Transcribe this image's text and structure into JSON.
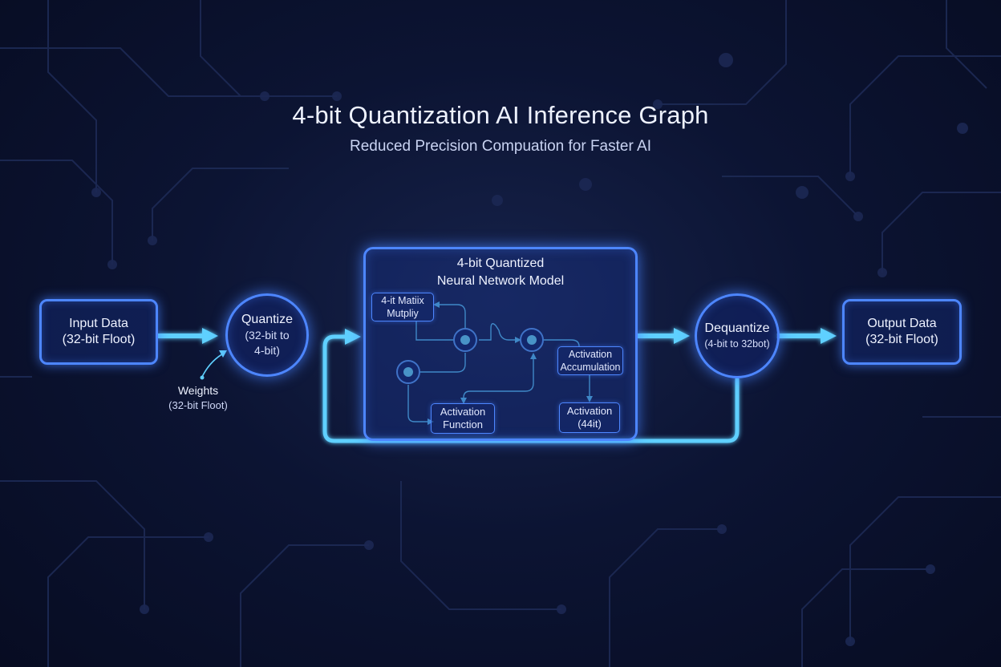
{
  "title": "4-bit Quantization AI Inference Graph",
  "subtitle": "Reduced Precision Compuation for Faster AI",
  "nodes": {
    "input": {
      "label": "Input Data",
      "sub": "(32-bit Floot)"
    },
    "quantize": {
      "label": "Quantize",
      "sub1": "(32-bit to",
      "sub2": "4-bit)"
    },
    "weights": {
      "label": "Weights",
      "sub": "(32-bit Floot)"
    },
    "model": {
      "title1": "4-bit Quantized",
      "title2": "Neural Network Model",
      "matrix1": "4-it Matiix",
      "matrix2": "Mutpliy",
      "act_acc1": "Activation",
      "act_acc2": "Accumulation",
      "act_fn1": "Activation",
      "act_fn2": "Function",
      "act_4bit1": "Activation",
      "act_4bit2": "(44it)"
    },
    "dequantize": {
      "label": "Dequantize",
      "sub": "(4-bit to 32bot)"
    },
    "output": {
      "label": "Output Data",
      "sub": "(32-bit Floot)"
    }
  },
  "colors": {
    "accent": "#4d86ff",
    "flow": "#5fd0ff",
    "background": "#0c1433"
  }
}
